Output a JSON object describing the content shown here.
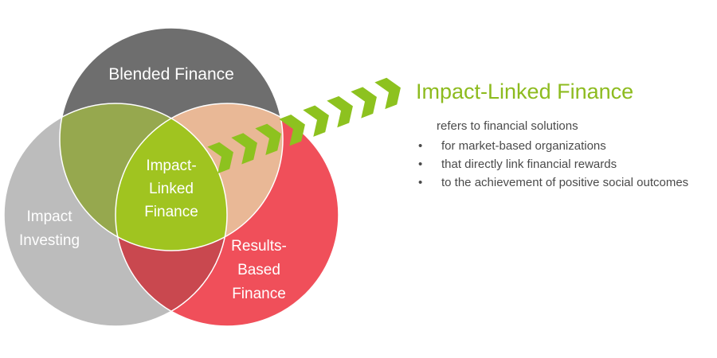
{
  "venn": {
    "sets": [
      {
        "label": "Blended Finance",
        "color": "#6e6e6e"
      },
      {
        "label": "Impact Investing",
        "color": "#bcbcbc"
      },
      {
        "label": "Results-Based Finance",
        "color": "#f04f5a"
      }
    ],
    "center": {
      "label": "Impact-Linked Finance",
      "color": "#a0c420"
    },
    "overlap_colors": {
      "blended_impact": "#96a84e",
      "blended_results": "#e9b896",
      "impact_results": "#c9484f"
    }
  },
  "arrow": {
    "color": "#8dc21f",
    "chevron_count": 8
  },
  "info": {
    "title": "Impact-Linked Finance",
    "intro": "refers to financial solutions",
    "bullet_symbol": "•",
    "bullets": [
      "for market-based organizations",
      "that directly link financial rewards",
      "to the achievement of positive social outcomes"
    ]
  }
}
